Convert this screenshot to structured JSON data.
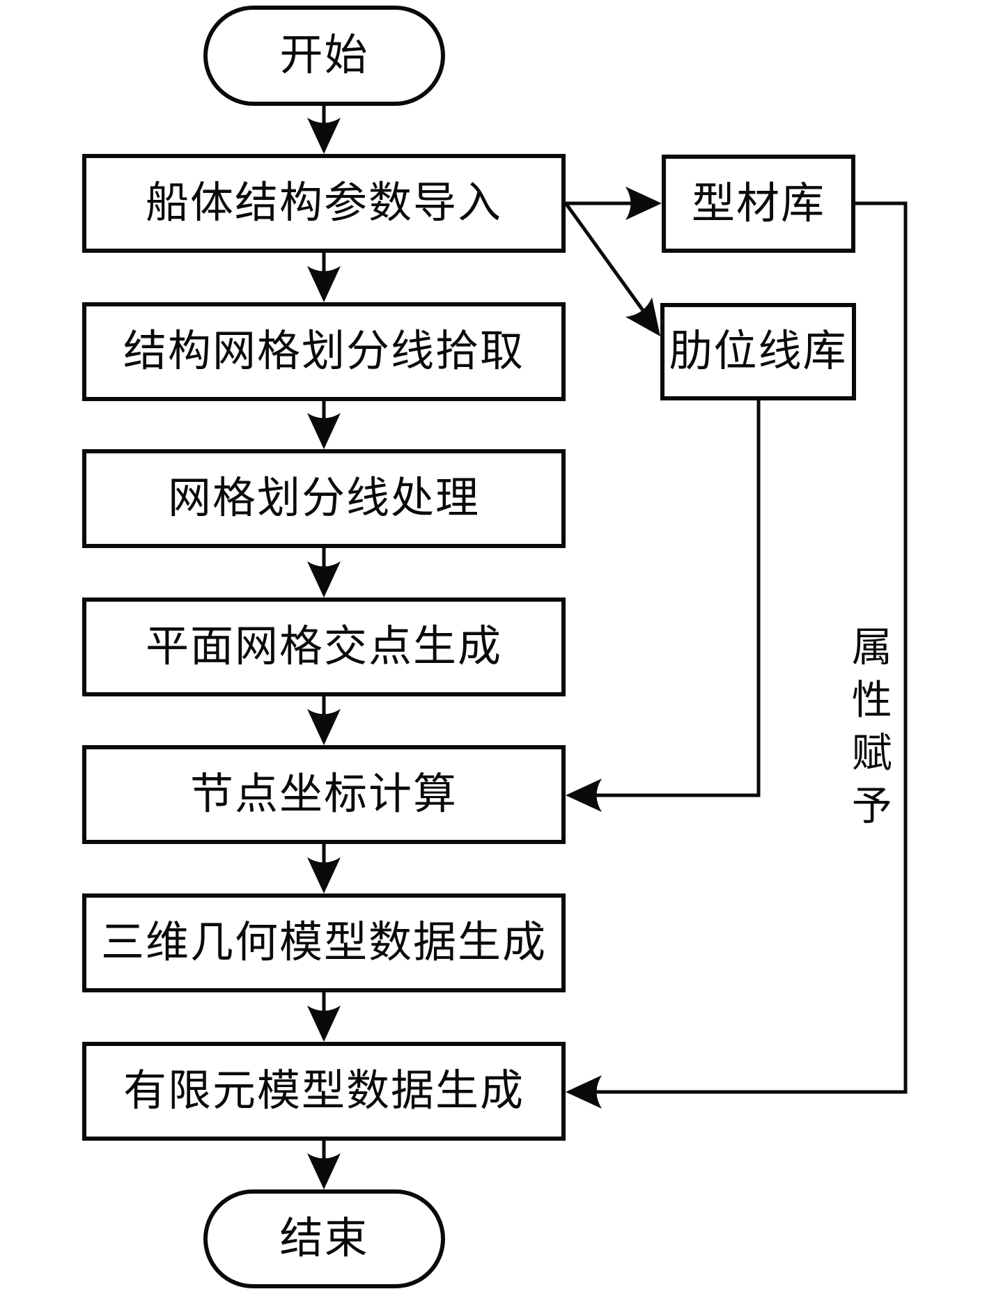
{
  "diagram": {
    "type": "flowchart",
    "background_color": "#ffffff",
    "stroke_color": "#0a0a0a",
    "nodes": [
      {
        "id": "start",
        "shape": "terminator",
        "label": "开始"
      },
      {
        "id": "hull-param-import",
        "shape": "process",
        "label": "船体结构参数导入"
      },
      {
        "id": "mesh-division-line-pick",
        "shape": "process",
        "label": "结构网格划分线拾取"
      },
      {
        "id": "mesh-division-line-process",
        "shape": "process",
        "label": "网格划分线处理"
      },
      {
        "id": "plane-mesh-intersection",
        "shape": "process",
        "label": "平面网格交点生成"
      },
      {
        "id": "node-coordinate-calc",
        "shape": "process",
        "label": "节点坐标计算"
      },
      {
        "id": "geometry-model-data",
        "shape": "process",
        "label": "三维几何模型数据生成"
      },
      {
        "id": "fem-model-data",
        "shape": "process",
        "label": "有限元模型数据生成"
      },
      {
        "id": "end",
        "shape": "terminator",
        "label": "结束"
      },
      {
        "id": "profile-library",
        "shape": "process",
        "label": "型材库"
      },
      {
        "id": "frame-position-line-library",
        "shape": "process",
        "label": "肋位线库"
      }
    ],
    "edge_label": "属性赋予"
  }
}
